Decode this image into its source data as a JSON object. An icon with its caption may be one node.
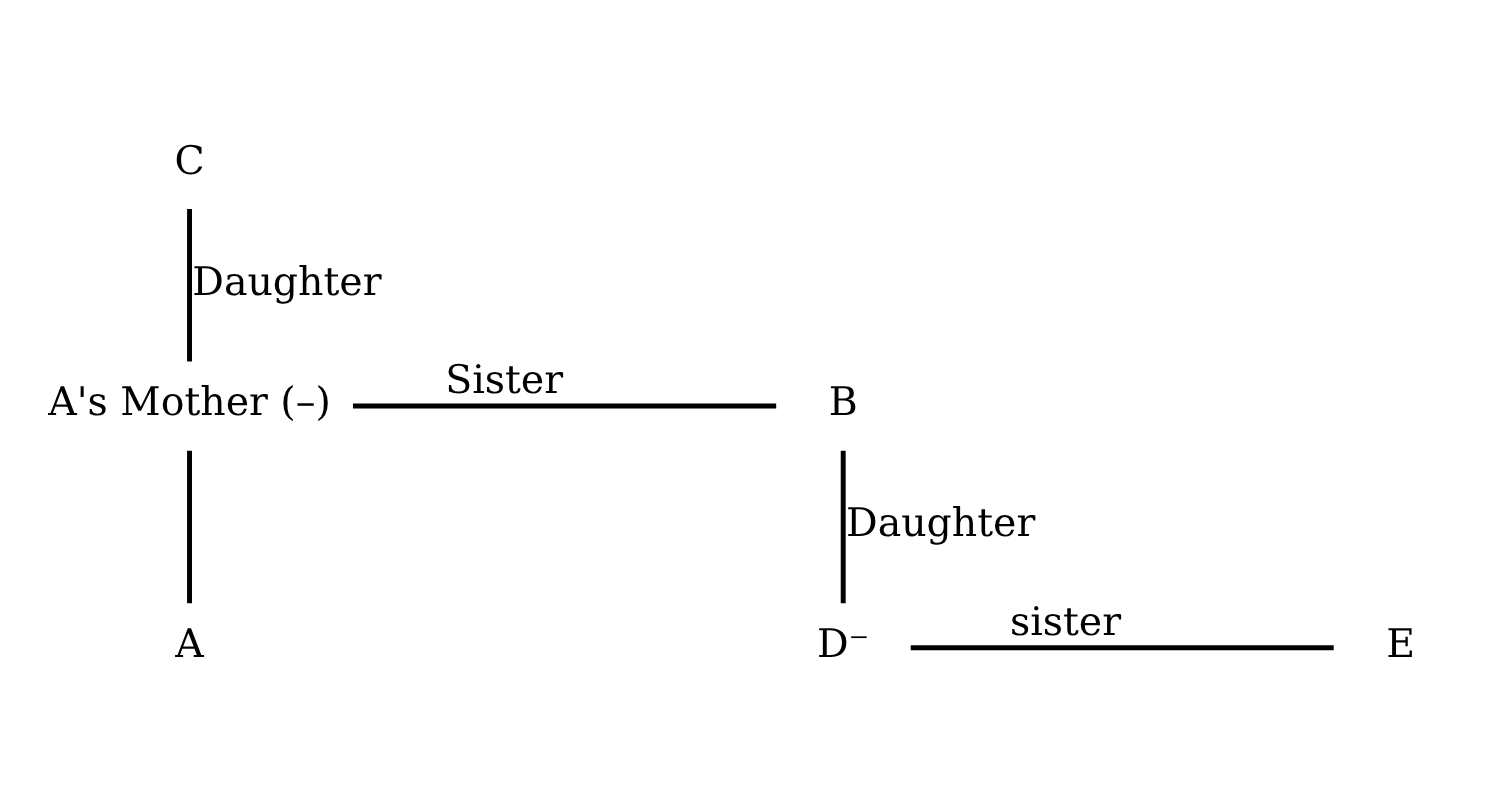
{
  "diagram": {
    "nodes": [
      {
        "text": [
          "C"
        ]
      },
      {
        "text": [
          "A's Mother (–)"
        ]
      },
      {
        "text": [
          "B"
        ]
      },
      {
        "text": [
          "A"
        ]
      },
      {
        "text": [
          "D⁻"
        ]
      },
      {
        "text": [
          "E"
        ]
      }
    ],
    "edges": [
      {
        "from": 0,
        "to": 1,
        "arrow": "none",
        "label": "Daughter"
      },
      {
        "from": 1,
        "to": 2,
        "arrow": "none",
        "label": "Sister"
      },
      {
        "from": 1,
        "to": 3,
        "arrow": "none"
      },
      {
        "from": 2,
        "to": 4,
        "arrow": "none",
        "label": "Daughter"
      },
      {
        "from": 4,
        "to": 5,
        "arrow": "none",
        "label": "sister"
      }
    ]
  }
}
